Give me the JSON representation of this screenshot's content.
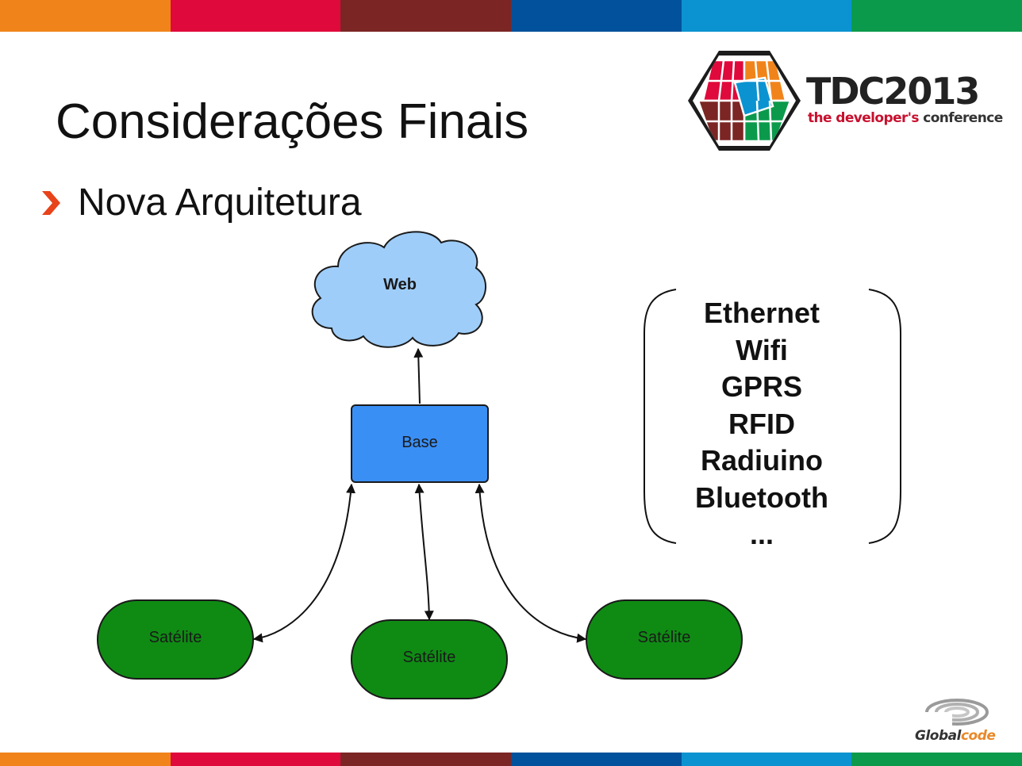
{
  "slide": {
    "title": "Considerações Finais",
    "bullet": "Nova Arquitetura"
  },
  "diagram": {
    "cloud": "Web",
    "base": "Base",
    "satellites": [
      "Satélite",
      "Satélite",
      "Satélite"
    ],
    "colors": {
      "cloud_fill": "#9fcdf9",
      "base_fill": "#3a8ff5",
      "satellite_fill": "#0f8b14"
    }
  },
  "protocols": [
    "Ethernet",
    "Wifi",
    "GPRS",
    "RFID",
    "Radiuino",
    "Bluetooth",
    "..."
  ],
  "branding": {
    "conference_title": "TDC2013",
    "conference_subtitle_prefix": "the developer's",
    "conference_subtitle_suffix": " conference",
    "sponsor_name_part1": "Global",
    "sponsor_name_part2": "code"
  },
  "stripe_colors": [
    "#f0841a",
    "#e0093b",
    "#7b2624",
    "#02519c",
    "#0b93d1",
    "#0b9a4c"
  ]
}
